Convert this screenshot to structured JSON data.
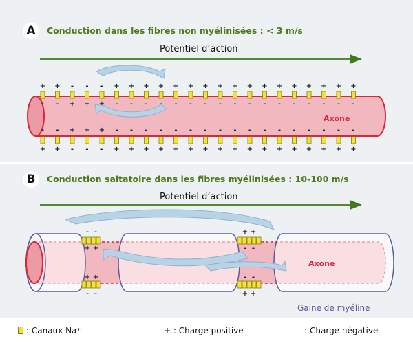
{
  "panel_a": {
    "badge": "A",
    "title": "Conduction dans les fibres non myélinisées : < 3 m/s",
    "arrow_label": "Potentiel d’action",
    "axon_label": "Axone"
  },
  "panel_b": {
    "badge": "B",
    "title": "Conduction saltatoire dans les fibres myélinisées : 10-100 m/s",
    "arrow_label": "Potentiel d’action",
    "axon_label": "Axone",
    "myelin_label": "Gaine de myéline"
  },
  "legend": {
    "channels": ": Canaux Na⁺",
    "positive": "+ : Charge positive",
    "negative": "- : Charge négative"
  },
  "colors": {
    "axon_fill": "#f1b9bf",
    "axon_stroke": "#d8263a",
    "sodium_channel": "#f2e23a",
    "current_arrow": "#b9d3e6",
    "myelin_stroke": "#5a5aa0",
    "title_green": "#4e7a1e",
    "arrow_green": "#3f7a1e"
  }
}
